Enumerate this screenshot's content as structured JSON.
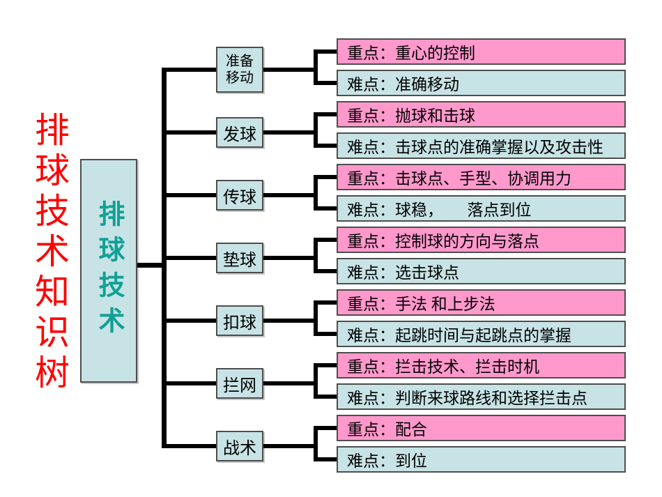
{
  "title": {
    "text": "排球技术知识树"
  },
  "root": {
    "label": "排球技术"
  },
  "colors": {
    "title_red": "#fe0000",
    "root_teal": "#11a096",
    "key_pink": "#ff99cc",
    "difficulty_blue": "#c8e3e5",
    "node_blue": "#c8e3e5",
    "line_black": "#000000",
    "box_border": "#4d4d4d"
  },
  "branches": [
    {
      "label": "准备\n移动",
      "key_point": "重点：重心的控制",
      "difficulty": "难点：准确移动"
    },
    {
      "label": "发球",
      "key_point": "重点：抛球和击球",
      "difficulty": "难点：击球点的准确掌握以及攻击性"
    },
    {
      "label": "传球",
      "key_point": "重点：击球点、手型、协调用力",
      "difficulty": "难点：球稳，　　落点到位"
    },
    {
      "label": "垫球",
      "key_point": "重点：控制球的方向与落点",
      "difficulty": "难点：选击球点"
    },
    {
      "label": "扣球",
      "key_point": "重点：手法 和上步法",
      "difficulty": "难点：起跳时间与起跳点的掌握"
    },
    {
      "label": "拦网",
      "key_point": "重点：拦击技术、拦击时机",
      "difficulty": "难点：判断来球路线和选择拦击点"
    },
    {
      "label": "战术",
      "key_point": "重点：配合",
      "difficulty": "难点：到位"
    }
  ]
}
